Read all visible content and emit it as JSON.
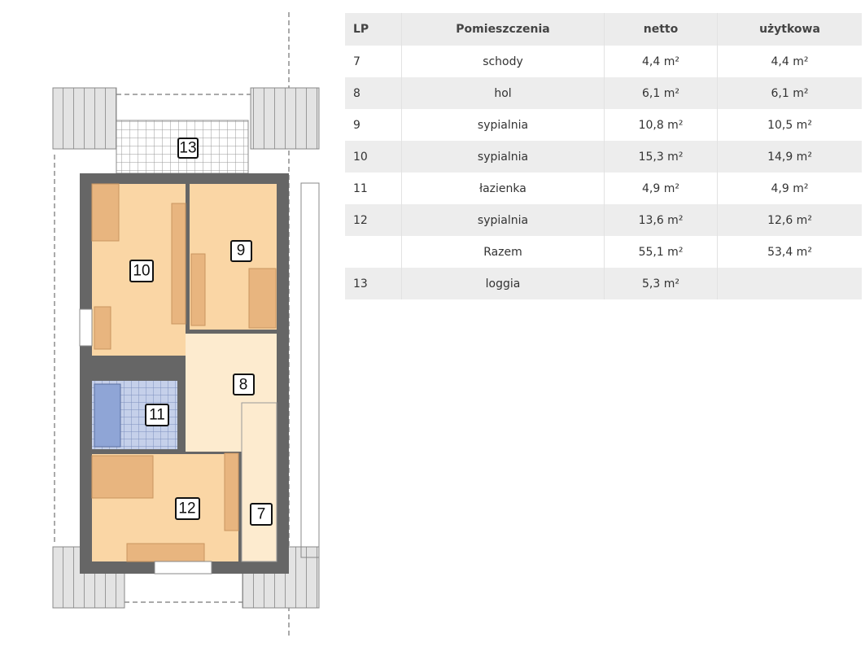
{
  "plan": {
    "rooms": {
      "r13": "13",
      "r10": "10",
      "r9": "9",
      "r8": "8",
      "r11": "11",
      "r12": "12",
      "r7": "7"
    },
    "colors": {
      "wall": "#666666",
      "room": "#fad6a5",
      "hall": "#fdebcf",
      "furniture": "#e8b57f",
      "bath": "#8fa5d6",
      "roof": "#dcdcdc"
    }
  },
  "table": {
    "headers": [
      "LP",
      "Pomieszczenia",
      "netto",
      "użytkowa"
    ],
    "rows": [
      [
        "7",
        "schody",
        "4,4 m²",
        "4,4 m²"
      ],
      [
        "8",
        "hol",
        "6,1 m²",
        "6,1 m²"
      ],
      [
        "9",
        "sypialnia",
        "10,8 m²",
        "10,5 m²"
      ],
      [
        "10",
        "sypialnia",
        "15,3 m²",
        "14,9 m²"
      ],
      [
        "11",
        "łazienka",
        "4,9 m²",
        "4,9 m²"
      ],
      [
        "12",
        "sypialnia",
        "13,6 m²",
        "12,6 m²"
      ],
      [
        "",
        "Razem",
        "55,1 m²",
        "53,4 m²"
      ],
      [
        "13",
        "loggia",
        "5,3 m²",
        ""
      ]
    ]
  }
}
